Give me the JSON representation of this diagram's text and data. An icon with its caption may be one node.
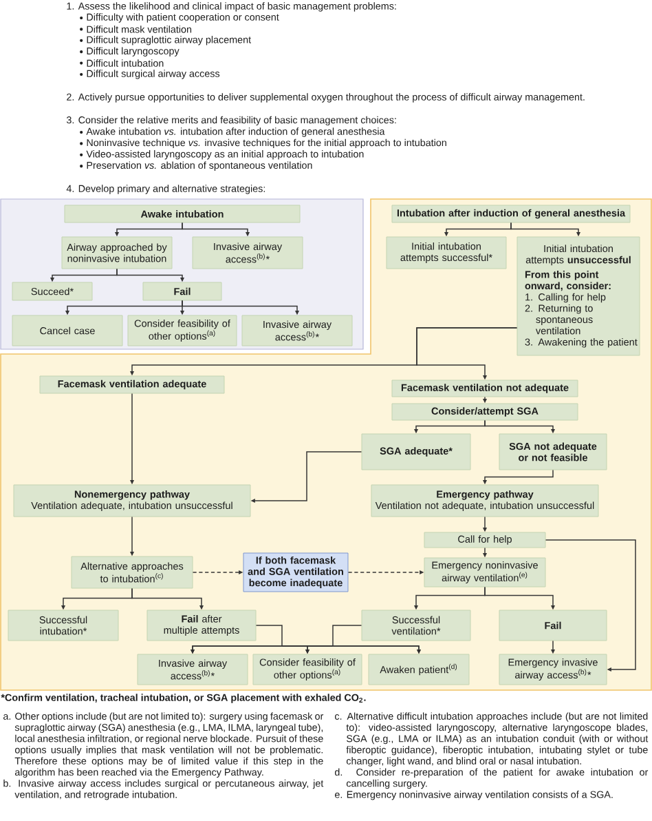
{
  "diagram": {
    "nodes": [
      {
        "text": [
          "Awake intubation"
        ]
      },
      {
        "text": [
          "Airway approached by noninvasive intubation"
        ]
      },
      {
        "text": [
          "Invasive airway access$^{(b)}$*"
        ]
      },
      {
        "text": [
          "Succeed*"
        ]
      },
      {
        "text": [
          "Fail"
        ]
      },
      {
        "text": [
          "Cancel case"
        ]
      },
      {
        "text": [
          "Consider feasibility of other options$^{(a)}$"
        ]
      },
      {
        "text": [
          "Invasive airway access$^{(b)}$*"
        ]
      },
      {
        "text": [
          "Intubation after induction of general anesthesia"
        ]
      },
      {
        "text": [
          "Initial intubation attempts successful*"
        ]
      },
      {
        "text": [
          "Initial intubation attempts **unsuccessful**",
          "From this point onward, consider:",
          "1. Calling for help",
          "2. Returning to spontaneous ventilation",
          "3. Awakening the patient"
        ]
      },
      {
        "text": [
          "Facemask ventilation adequate"
        ]
      },
      {
        "text": [
          "Facemask ventilation not adequate"
        ]
      },
      {
        "text": [
          "Consider/attempt SGA"
        ]
      },
      {
        "text": [
          "SGA adequate*"
        ]
      },
      {
        "text": [
          "SGA not adequate or not feasible"
        ]
      },
      {
        "text": [
          "Nonemergency pathway",
          "Ventilation adequate, intubation unsuccessful"
        ]
      },
      {
        "text": [
          "Emergency pathway",
          "Ventilation not adequate, intubation unsuccessful"
        ]
      },
      {
        "text": [
          "Call for help"
        ]
      },
      {
        "text": [
          "Alternative approaches to intubation$^{(c)}$"
        ]
      },
      {
        "text": [
          "If both facemask and SGA ventilation become inadequate"
        ]
      },
      {
        "text": [
          "Emergency noninvasive airway ventilation$^{(e)}$"
        ]
      },
      {
        "text": [
          "Successful intubation*"
        ]
      },
      {
        "text": [
          "**Fail** after multiple attempts"
        ]
      },
      {
        "text": [
          "Successful ventilation*"
        ]
      },
      {
        "text": [
          "Fail"
        ]
      },
      {
        "text": [
          "Invasive airway access$^{(b)}$*"
        ]
      },
      {
        "text": [
          "Consider feasibility of other options$^{(a)}$"
        ]
      },
      {
        "text": [
          "Awaken patient$^{(d)}$"
        ]
      },
      {
        "text": [
          "Emergency invasive airway access$^{(b)}$*"
        ]
      }
    ],
    "edges": [
      {
        "from": 0,
        "to": 1,
        "arrow": "to"
      },
      {
        "from": 0,
        "to": 2,
        "arrow": "to"
      },
      {
        "from": 1,
        "to": 3,
        "arrow": "to"
      },
      {
        "from": 1,
        "to": 4,
        "arrow": "to"
      },
      {
        "from": 4,
        "to": 5,
        "arrow": "to"
      },
      {
        "from": 4,
        "to": 6,
        "arrow": "to"
      },
      {
        "from": 4,
        "to": 7,
        "arrow": "to"
      },
      {
        "from": 8,
        "to": 9,
        "arrow": "to"
      },
      {
        "from": 8,
        "to": 10,
        "arrow": "to"
      },
      {
        "from": 10,
        "to": 11,
        "arrow": "to"
      },
      {
        "from": 10,
        "to": 12,
        "arrow": "to"
      },
      {
        "from": 12,
        "to": 13,
        "arrow": "to"
      },
      {
        "from": 13,
        "to": 14,
        "arrow": "to"
      },
      {
        "from": 13,
        "to": 15,
        "arrow": "to"
      },
      {
        "from": 11,
        "to": 16,
        "arrow": "to"
      },
      {
        "from": 14,
        "to": 16,
        "arrow": "to"
      },
      {
        "from": 15,
        "to": 17,
        "arrow": "to"
      },
      {
        "from": 17,
        "to": 18,
        "arrow": "to"
      },
      {
        "from": 18,
        "to": 21,
        "arrow": "to"
      },
      {
        "from": 18,
        "to": 29,
        "arrow": "to"
      },
      {
        "from": 16,
        "to": 19,
        "arrow": "to"
      },
      {
        "from": 19,
        "to": 20,
        "arrow": "to",
        "style": "dashed"
      },
      {
        "from": 20,
        "to": 21,
        "arrow": "to",
        "style": "dashed"
      },
      {
        "from": 19,
        "to": 22,
        "arrow": "to"
      },
      {
        "from": 19,
        "to": 23,
        "arrow": "to"
      },
      {
        "from": 21,
        "to": 24,
        "arrow": "to"
      },
      {
        "from": 21,
        "to": 25,
        "arrow": "to"
      },
      {
        "from": 23,
        "to": 26,
        "arrow": "to"
      },
      {
        "from": 23,
        "to": 27,
        "arrow": "to"
      },
      {
        "from": 23,
        "to": 28,
        "arrow": "to"
      },
      {
        "from": 24,
        "to": 26,
        "arrow": "to"
      },
      {
        "from": 24,
        "to": 27,
        "arrow": "to"
      },
      {
        "from": 24,
        "to": 28,
        "arrow": "to"
      },
      {
        "from": 25,
        "to": 29,
        "arrow": "to"
      }
    ],
    "labels": [
      "1. Assess the likelihood and clinical impact of basic management problems:",
      "Difficulty with patient cooperation or consent",
      "Difficult mask ventilation",
      "Difficult supraglottic airway placement",
      "Difficult laryngoscopy",
      "Difficult intubation",
      "Difficult surgical airway access",
      "2. Actively pursue opportunities to deliver supplemental oxygen throughout the process of difficult airway management.",
      "3. Consider the relative merits and feasibility of basic management choices:",
      "Awake intubation *vs.* intubation after induction of general anesthesia",
      "Noninvasive technique *vs.* invasive techniques for the initial approach to intubation",
      "Video-assisted laryngoscopy as an initial approach to intubation",
      "Preservation *vs.* ablation of spontaneous ventilation",
      "4. Develop primary and alternative strategies:",
      "*Confirm ventilation, tracheal intubation, or SGA placement with exhaled CO$_{2}$.",
      "a. Other options include (but are not limited to): surgery using facemask or supraglottic airway (SGA) anesthesia (e.g., LMA, ILMA, laryngeal tube), local anesthesia infiltration, or regional nerve blockade. Pursuit of these options usually implies that mask ventilation will not be problematic. Therefore these options may be of limited value if this step in the algorithm has been reached via the Emergency Pathway.",
      "b. Invasive airway access includes surgical or percutaneous airway, jet ventilation, and retrograde intubation.",
      "c. Alternative difficult intubation approaches include (but are not limited to): video-assisted laryngoscopy, alternative laryngoscope blades, SGA (e.g., LMA or ILMA) as an intubation conduit (with or without fiberoptic guidance), fiberoptic intubation, intubating stylet or tube changer, light wand, and blind oral or nasal intubation.",
      "d. Consider re-preparation of the patient for awake intubation or cancelling surgery.",
      "e. Emergency noninvasive airway ventilation consists of a SGA."
    ]
  }
}
